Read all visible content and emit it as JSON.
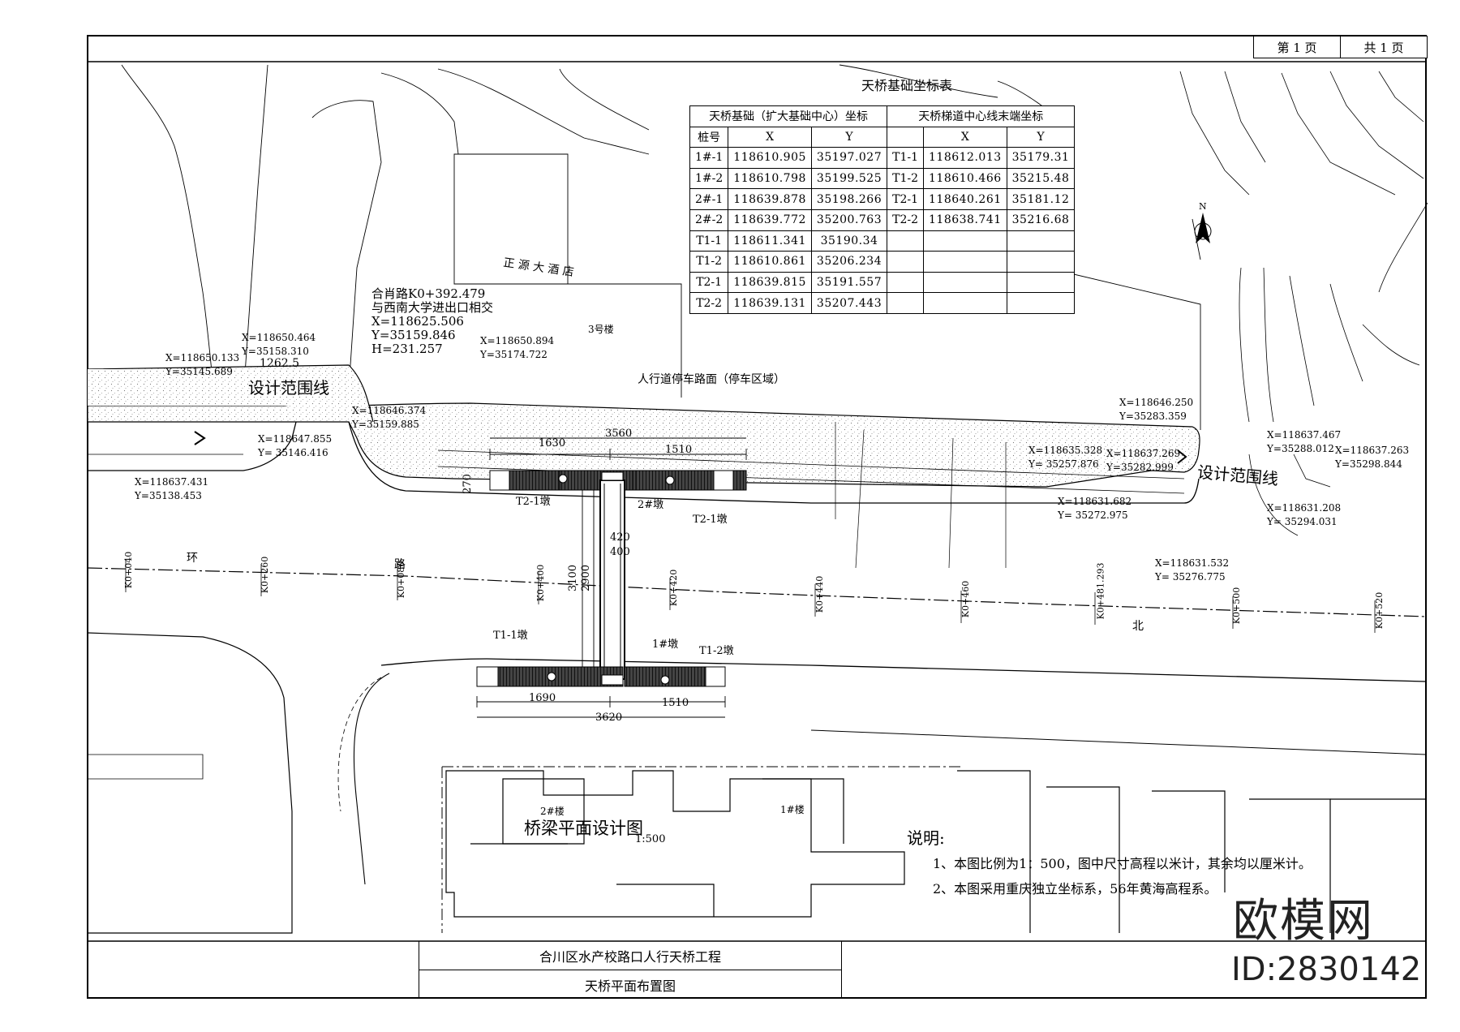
{
  "page_info": {
    "page_label": "第 1 页",
    "total_label": "共 1 页"
  },
  "coord_table": {
    "title": "天桥基础坐标表",
    "group_foundation": "天桥基础（扩大基础中心）坐标",
    "group_stair": "天桥梯道中心线末端坐标",
    "col_pile": "桩号",
    "col_x": "X",
    "col_y": "Y",
    "foundation_rows": [
      {
        "id": "1#-1",
        "x": "118610.905",
        "y": "35197.027"
      },
      {
        "id": "1#-2",
        "x": "118610.798",
        "y": "35199.525"
      },
      {
        "id": "2#-1",
        "x": "118639.878",
        "y": "35198.266"
      },
      {
        "id": "2#-2",
        "x": "118639.772",
        "y": "35200.763"
      },
      {
        "id": "T1-1",
        "x": "118611.341",
        "y": "35190.34"
      },
      {
        "id": "T1-2",
        "x": "118610.861",
        "y": "35206.234"
      },
      {
        "id": "T2-1",
        "x": "118639.815",
        "y": "35191.557"
      },
      {
        "id": "T2-2",
        "x": "118639.131",
        "y": "35207.443"
      }
    ],
    "stair_rows": [
      {
        "id": "T1-1",
        "x": "118612.013",
        "y": "35179.31"
      },
      {
        "id": "T1-2",
        "x": "118610.466",
        "y": "35215.48"
      },
      {
        "id": "T2-1",
        "x": "118640.261",
        "y": "35181.12"
      },
      {
        "id": "T2-2",
        "x": "118638.741",
        "y": "35216.68"
      }
    ]
  },
  "annotations": {
    "junction": [
      "合肖路K0+392.479",
      "与西南大学进出口相交",
      "X=118625.506",
      "Y=35159.846",
      "H=231.257"
    ],
    "range_line_left": "设计范围线",
    "range_line_right": "设计范围线",
    "parking_area": "人行道停车路面（停车区域）",
    "hotel": "正  源  大  酒  店",
    "building3": "3号楼",
    "building1": "1#楼",
    "building2": "2#楼",
    "pier2": "2#墩",
    "pier1": "1#墩",
    "stair_t21": "T2-1墩",
    "stair_t22": "T2-1墩",
    "stair_t11": "T1-1墩",
    "stair_t12": "T1-2墩",
    "coord_a": [
      "X=118650.464",
      "Y=35158.310"
    ],
    "coord_b": [
      "X=118650.133",
      "Y=35145.689"
    ],
    "coord_c": [
      "X=118650.894",
      "Y=35174.722"
    ],
    "coord_d": [
      "X=118646.374",
      "Y=35159.885"
    ],
    "coord_e": [
      "X=118647.855",
      "Y= 35146.416"
    ],
    "coord_f": [
      "X=118637.431",
      "Y=35138.453"
    ],
    "coord_g": [
      "X=118646.250",
      "Y=35283.359"
    ],
    "coord_h": [
      "X=118635.328",
      "Y= 35257.876"
    ],
    "coord_i": [
      "X=118637.269",
      "Y=35282.999"
    ],
    "coord_j": [
      "X=118631.682",
      "Y= 35272.975"
    ],
    "coord_k": [
      "X=118631.532",
      "Y= 35276.775"
    ],
    "coord_l": [
      "X=118637.467",
      "Y=35288.012"
    ],
    "coord_m": [
      "X=118637.263",
      "Y=35298.844"
    ],
    "coord_n": [
      "X=118631.208",
      "Y= 35294.031"
    ],
    "dim_1630": "1630",
    "dim_1510_top": "1510",
    "dim_3560": "3560",
    "dim_1690": "1690",
    "dim_1510_bot": "1510",
    "dim_3620": "3620",
    "dim_3100": "3100",
    "dim_2900": "2900",
    "dim_420": "420",
    "dim_400": "400",
    "dim_270": "270",
    "dim_1262": "1262.5",
    "road_ring": "环",
    "road_north": "北",
    "road_ring2": "路",
    "stations": [
      "K0+040",
      "K0+260",
      "K0+080",
      "K0+400",
      "K0+420",
      "K0+440",
      "K0+460",
      "K0+481.293",
      "K0+500",
      "K0+520"
    ]
  },
  "drawing_title": {
    "name": "桥梁平面设计图",
    "scale": "1:500"
  },
  "notes": {
    "heading": "说明:",
    "items": [
      "1、本图比例为1：500，图中尺寸高程以米计，其余均以厘米计。",
      "2、本图采用重庆独立坐标系，56年黄海高程系。"
    ]
  },
  "title_block": {
    "project": "合川区水产校路口人行天桥工程",
    "sheet": "天桥平面布置图"
  },
  "watermark": {
    "logo": "欧模网",
    "id": "ID:2830142"
  }
}
